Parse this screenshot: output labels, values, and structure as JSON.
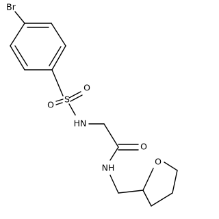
{
  "atoms": {
    "bromine": "Br",
    "sulfur": "S",
    "oxygen_sulfonyl_left": "O",
    "oxygen_sulfonyl_right": "O",
    "sulfonamide_nh": "HN",
    "amide_oxygen": "O",
    "amide_nh": "NH",
    "ring_oxygen": "O"
  },
  "colors": {
    "bond": "#000000",
    "label": "#000000",
    "background": "#ffffff"
  }
}
